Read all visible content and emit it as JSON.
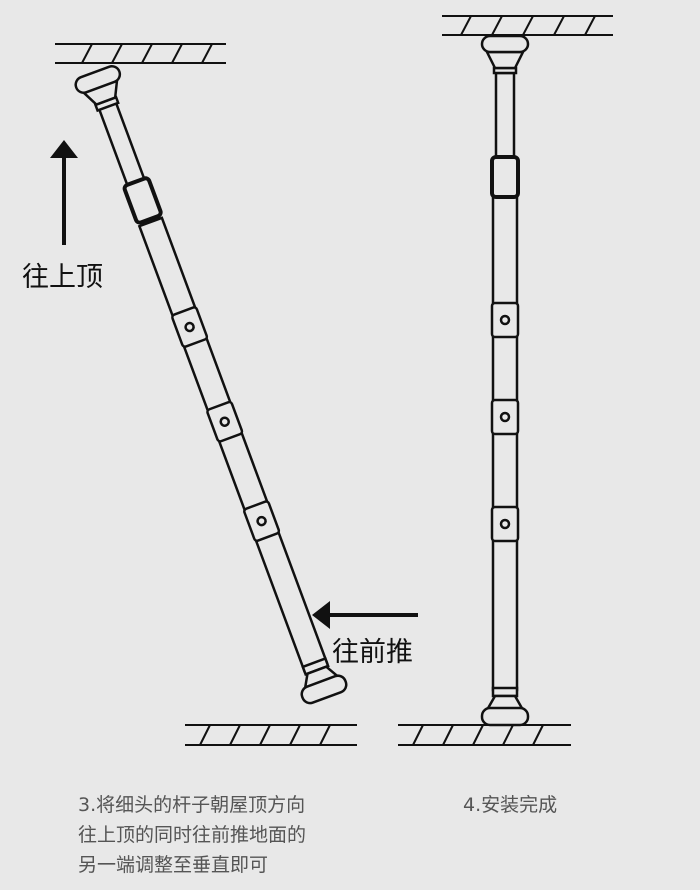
{
  "labels": {
    "push_up": "往上顶",
    "push_forward": "往前推"
  },
  "captions": {
    "step3": [
      "3.将细头的杆子朝屋顶方向",
      "往上顶的同时往前推地面的",
      "另一端调整至垂直即可"
    ],
    "step4": "4.安装完成"
  },
  "colors": {
    "background": "#e8e8e8",
    "line": "#111111",
    "caption": "#555555"
  }
}
